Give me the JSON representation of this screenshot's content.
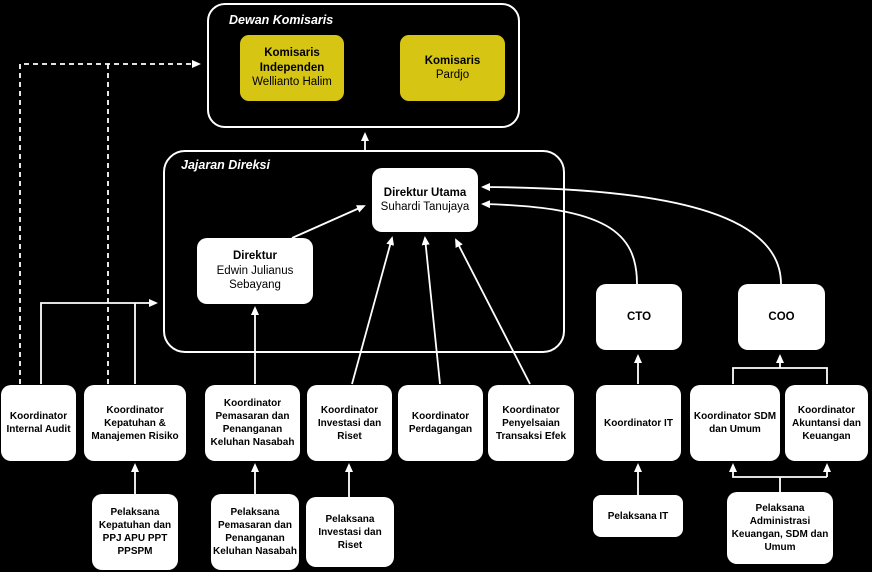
{
  "colors": {
    "background": "#000000",
    "box_fill": "#ffffff",
    "box_text": "#000000",
    "highlight_fill": "#d6c513",
    "line": "#ffffff"
  },
  "groups": {
    "dewan_komisaris": {
      "title": "Dewan Komisaris"
    },
    "jajaran_direksi": {
      "title": "Jajaran Direksi"
    }
  },
  "nodes": {
    "komisaris_independen": {
      "title": "Komisaris\nIndependen",
      "name": "Wellianto Halim"
    },
    "komisaris": {
      "title": "Komisaris",
      "name": "Pardjo"
    },
    "direktur_utama": {
      "title": "Direktur Utama",
      "name": "Suhardi Tanujaya"
    },
    "direktur": {
      "title": "Direktur",
      "name": "Edwin Julianus\nSebayang"
    },
    "cto": {
      "title": "CTO"
    },
    "coo": {
      "title": "COO"
    },
    "koordinator_internal_audit": {
      "label": "Koordinator\nInternal Audit"
    },
    "koordinator_kepatuhan": {
      "label": "Koordinator\nKepatuhan &\nManajemen Risiko"
    },
    "koordinator_pemasaran": {
      "label": "Koordinator\nPemasaran dan\nPenanganan\nKeluhan Nasabah"
    },
    "koordinator_investasi": {
      "label": "Koordinator\nInvestasi dan\nRiset"
    },
    "koordinator_perdagangan": {
      "label": "Koordinator\nPerdagangan"
    },
    "koordinator_penyelesaian": {
      "label": "Koordinator\nPenyelsaian\nTransaksi Efek"
    },
    "koordinator_it": {
      "label": "Koordinator IT"
    },
    "koordinator_sdm": {
      "label": "Koordinator SDM\ndan Umum"
    },
    "koordinator_akuntansi": {
      "label": "Koordinator\nAkuntansi dan\nKeuangan"
    },
    "pelaksana_kepatuhan": {
      "label": "Pelaksana\nKepatuhan dan\nPPJ APU PPT\nPPSPM"
    },
    "pelaksana_pemasaran": {
      "label": "Pelaksana\nPemasaran dan\nPenanganan\nKeluhan Nasabah"
    },
    "pelaksana_investasi": {
      "label": "Pelaksana\nInvestasi dan\nRiset"
    },
    "pelaksana_it": {
      "label": "Pelaksana IT"
    },
    "pelaksana_administrasi": {
      "label": "Pelaksana\nAdministrasi\nKeuangan, SDM dan\nUmum"
    }
  }
}
